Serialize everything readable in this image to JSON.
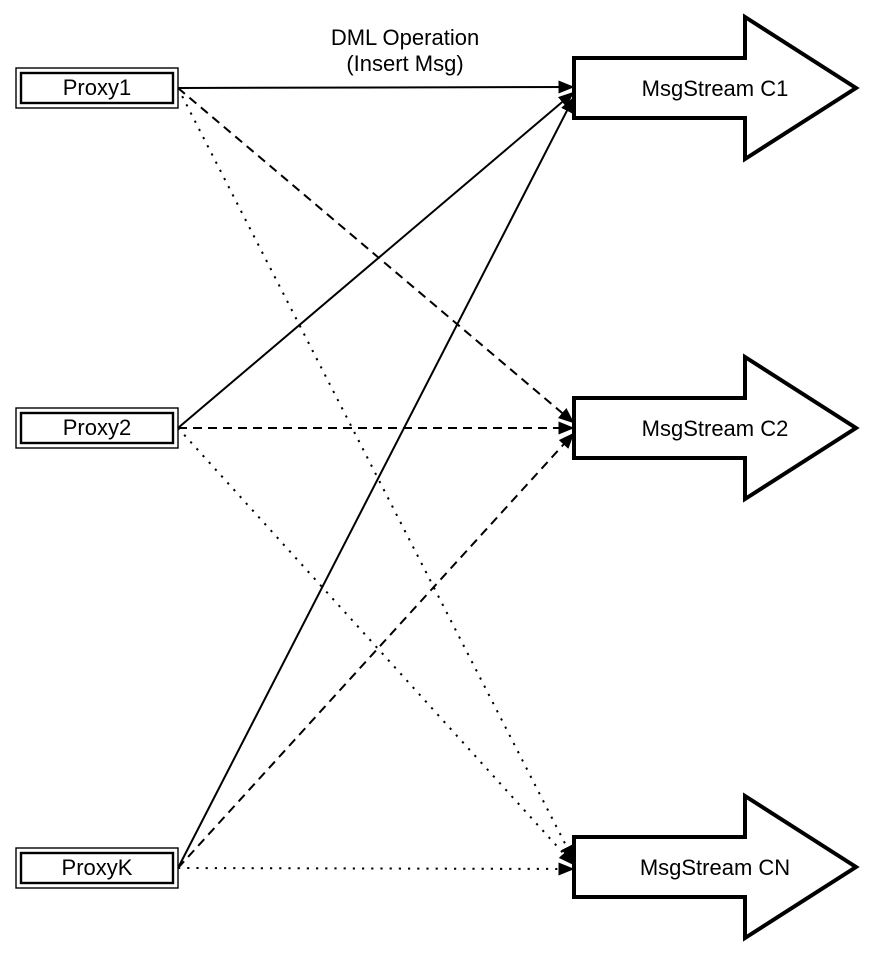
{
  "diagram": {
    "caption": {
      "line1": "DML Operation",
      "line2": "(Insert Msg)"
    },
    "proxies": [
      {
        "id": "proxy1",
        "label": "Proxy1"
      },
      {
        "id": "proxy2",
        "label": "Proxy2"
      },
      {
        "id": "proxyk",
        "label": "ProxyK"
      }
    ],
    "streams": [
      {
        "id": "msgstream-c1",
        "label": "MsgStream C1"
      },
      {
        "id": "msgstream-c2",
        "label": "MsgStream C2"
      },
      {
        "id": "msgstream-cn",
        "label": "MsgStream CN"
      }
    ],
    "edges": [
      {
        "from": "Proxy1",
        "to": "MsgStream C1",
        "style": "solid"
      },
      {
        "from": "Proxy2",
        "to": "MsgStream C1",
        "style": "solid"
      },
      {
        "from": "ProxyK",
        "to": "MsgStream C1",
        "style": "solid"
      },
      {
        "from": "Proxy1",
        "to": "MsgStream C2",
        "style": "dashed"
      },
      {
        "from": "Proxy2",
        "to": "MsgStream C2",
        "style": "dashed"
      },
      {
        "from": "ProxyK",
        "to": "MsgStream C2",
        "style": "dashed"
      },
      {
        "from": "Proxy1",
        "to": "MsgStream CN",
        "style": "dotted"
      },
      {
        "from": "Proxy2",
        "to": "MsgStream CN",
        "style": "dotted"
      },
      {
        "from": "ProxyK",
        "to": "MsgStream CN",
        "style": "dotted"
      }
    ],
    "colors": {
      "stroke": "#000000",
      "fill": "#ffffff",
      "background": "#ffffff"
    }
  }
}
